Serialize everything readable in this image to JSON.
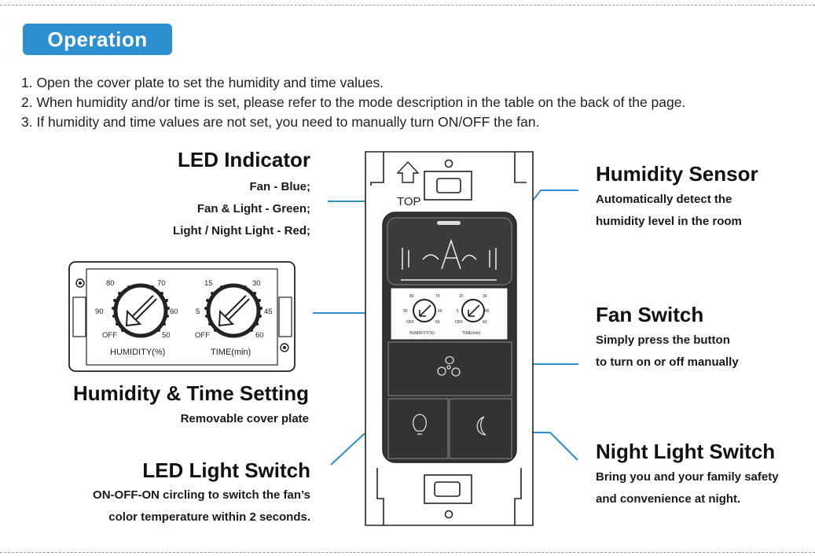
{
  "header": {
    "title": "Operation"
  },
  "steps": [
    "1. Open the cover plate to set the humidity and time values.",
    "2. When humidity and/or time is set, please refer to the mode description in the table on the back of the page.",
    "3. If humidity and time values are not set, you need to manually turn ON/OFF the fan."
  ],
  "led_indicator": {
    "title": "LED Indicator",
    "lines": [
      "Fan - Blue;",
      "Fan & Light - Green;",
      "Light / Night Light - Red;"
    ]
  },
  "humidity_sensor": {
    "title": "Humidity Sensor",
    "lines": [
      "Automatically detect the",
      "humidity level in the room"
    ]
  },
  "fan_switch": {
    "title": "Fan Switch",
    "lines": [
      "Simply press the button",
      "to turn on or off manually"
    ]
  },
  "setting": {
    "title": "Humidity & Time Setting",
    "lines": [
      "Removable cover plate"
    ]
  },
  "led_light_switch": {
    "title": "LED Light Switch",
    "lines": [
      "ON-OFF-ON circling to switch the fan’s",
      "color temperature within 2 seconds."
    ]
  },
  "night_light_switch": {
    "title": "Night Light Switch",
    "lines": [
      "Bring you and your family safety",
      "and convenience at night."
    ]
  },
  "device": {
    "top_label": "TOP"
  },
  "dials": {
    "humidity": {
      "label": "HUMIDITY(%)",
      "ticks": [
        "80",
        "70",
        "90",
        "60",
        "OFF",
        "50"
      ]
    },
    "time": {
      "label": "TIME(min)",
      "ticks": [
        "15",
        "30",
        "5",
        "45",
        "OFF",
        "60"
      ]
    }
  },
  "colors": {
    "badge": "#2b8fd0",
    "leader_lines": "#2b8fd0"
  }
}
